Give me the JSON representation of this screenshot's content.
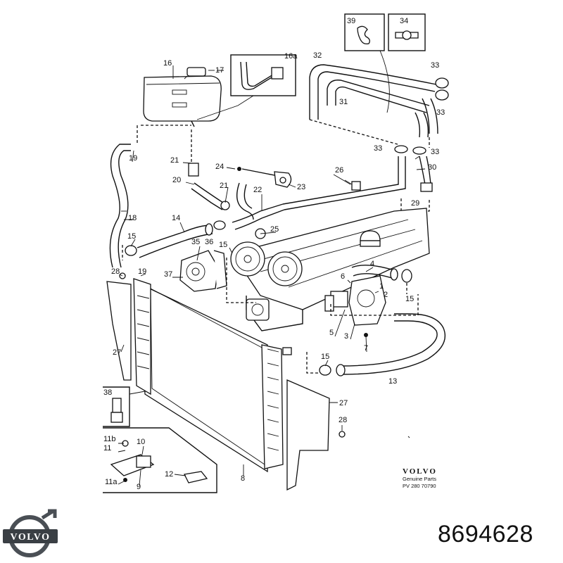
{
  "callouts": {
    "c39": "39",
    "c34": "34",
    "c32": "32",
    "c33a": "33",
    "c33b": "33",
    "c31": "31",
    "c33c": "33",
    "c33d": "33",
    "c30": "30",
    "c29": "29",
    "c16": "16",
    "c17": "17",
    "c16a": "16a",
    "c19a": "19",
    "c21a": "21",
    "c24": "24",
    "c26": "26",
    "c20": "20",
    "c21b": "21",
    "c22": "22",
    "c23": "23",
    "c18": "18",
    "c14": "14",
    "c25": "25",
    "c15a": "15",
    "c35": "35",
    "c36": "36",
    "c15b": "15",
    "c28a": "28",
    "c19b": "19",
    "c37": "37",
    "c4": "4",
    "c6": "6",
    "c1": "1",
    "c2": "2",
    "c15c": "15",
    "c5": "5",
    "c3": "3",
    "c7": "7",
    "c27a": "27",
    "c15d": "15",
    "c13": "13",
    "c38": "38",
    "c27b": "27",
    "c28b": "28",
    "c11b": "11b",
    "c11": "11",
    "c10": "10",
    "c12": "12",
    "c11a": "11a",
    "c9": "9",
    "c8": "8"
  },
  "caption": {
    "brand": "VOLVO",
    "line1": "Genuine Parts",
    "line2": "PV 280 70790"
  },
  "logo": {
    "text": "VOLVO",
    "color": "#3a3f44"
  },
  "part_number": "8694628"
}
